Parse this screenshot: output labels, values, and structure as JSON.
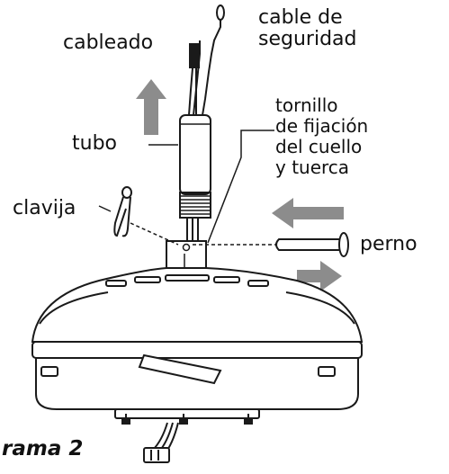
{
  "labels": {
    "cable_seguridad": [
      "cable de",
      "seguridad"
    ],
    "cableado": "cableado",
    "tubo": "tubo",
    "tornillo": [
      "tornillo",
      "de fijación",
      "del cuello",
      "y tuerca"
    ],
    "clavija": "clavija",
    "perno": "perno"
  },
  "caption": "rama 2",
  "colors": {
    "arrow": "#8c8c8c",
    "line": "#1a1a1a",
    "fan_fill": "#ffffff"
  },
  "icons": [
    "up-arrow-icon",
    "left-arrow-icon",
    "right-arrow-icon",
    "cotter-pin-icon",
    "hanger-bolt-icon",
    "safety-cable-icon"
  ]
}
